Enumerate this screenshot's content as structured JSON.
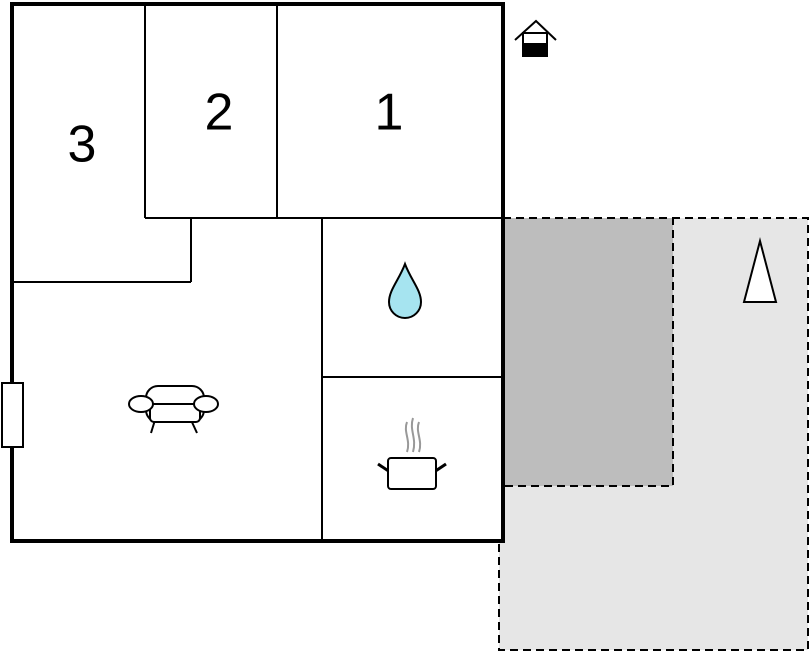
{
  "rooms": [
    {
      "id": "bedroom-3",
      "label": "3"
    },
    {
      "id": "bedroom-2",
      "label": "2"
    },
    {
      "id": "bedroom-1",
      "label": "1"
    }
  ],
  "icons": {
    "house": "house-icon",
    "bathroom": "water-drop-icon",
    "living": "sofa-icon",
    "kitchen": "cooking-pot-icon",
    "north": "north-arrow-icon",
    "door": "door-icon"
  },
  "colors": {
    "wall": "#000000",
    "water": "#a6e4f0",
    "terrace": "#e6e6e6",
    "covered_terrace": "#bdbdbd"
  }
}
